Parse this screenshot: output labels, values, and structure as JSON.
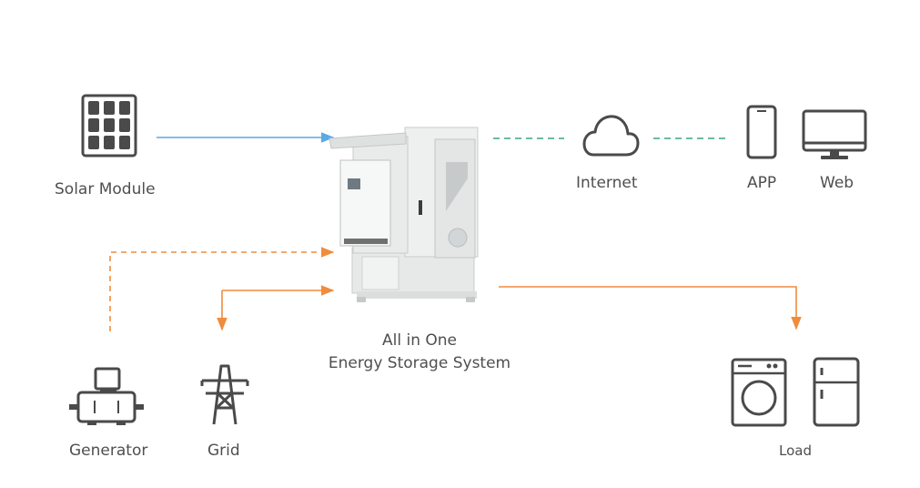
{
  "labels": {
    "solar": "Solar Module",
    "system_line1": "All in One",
    "system_line2": "Energy Storage System",
    "internet": "Internet",
    "app": "APP",
    "web": "Web",
    "generator": "Generator",
    "grid": "Grid",
    "load": "Load"
  },
  "colors": {
    "solar_flow": "#5aa9e6",
    "power_flow": "#f08c3c",
    "comm_flow": "#3aa67a",
    "icon": "#4a4a4a"
  },
  "icons": {
    "solar": "solar-panel-icon",
    "cloud": "cloud-icon",
    "phone": "smartphone-icon",
    "monitor": "monitor-icon",
    "generator": "generator-icon",
    "grid": "power-tower-icon",
    "washer": "washing-machine-icon",
    "fridge": "refrigerator-icon",
    "cabinet": "energy-storage-cabinet-icon"
  }
}
